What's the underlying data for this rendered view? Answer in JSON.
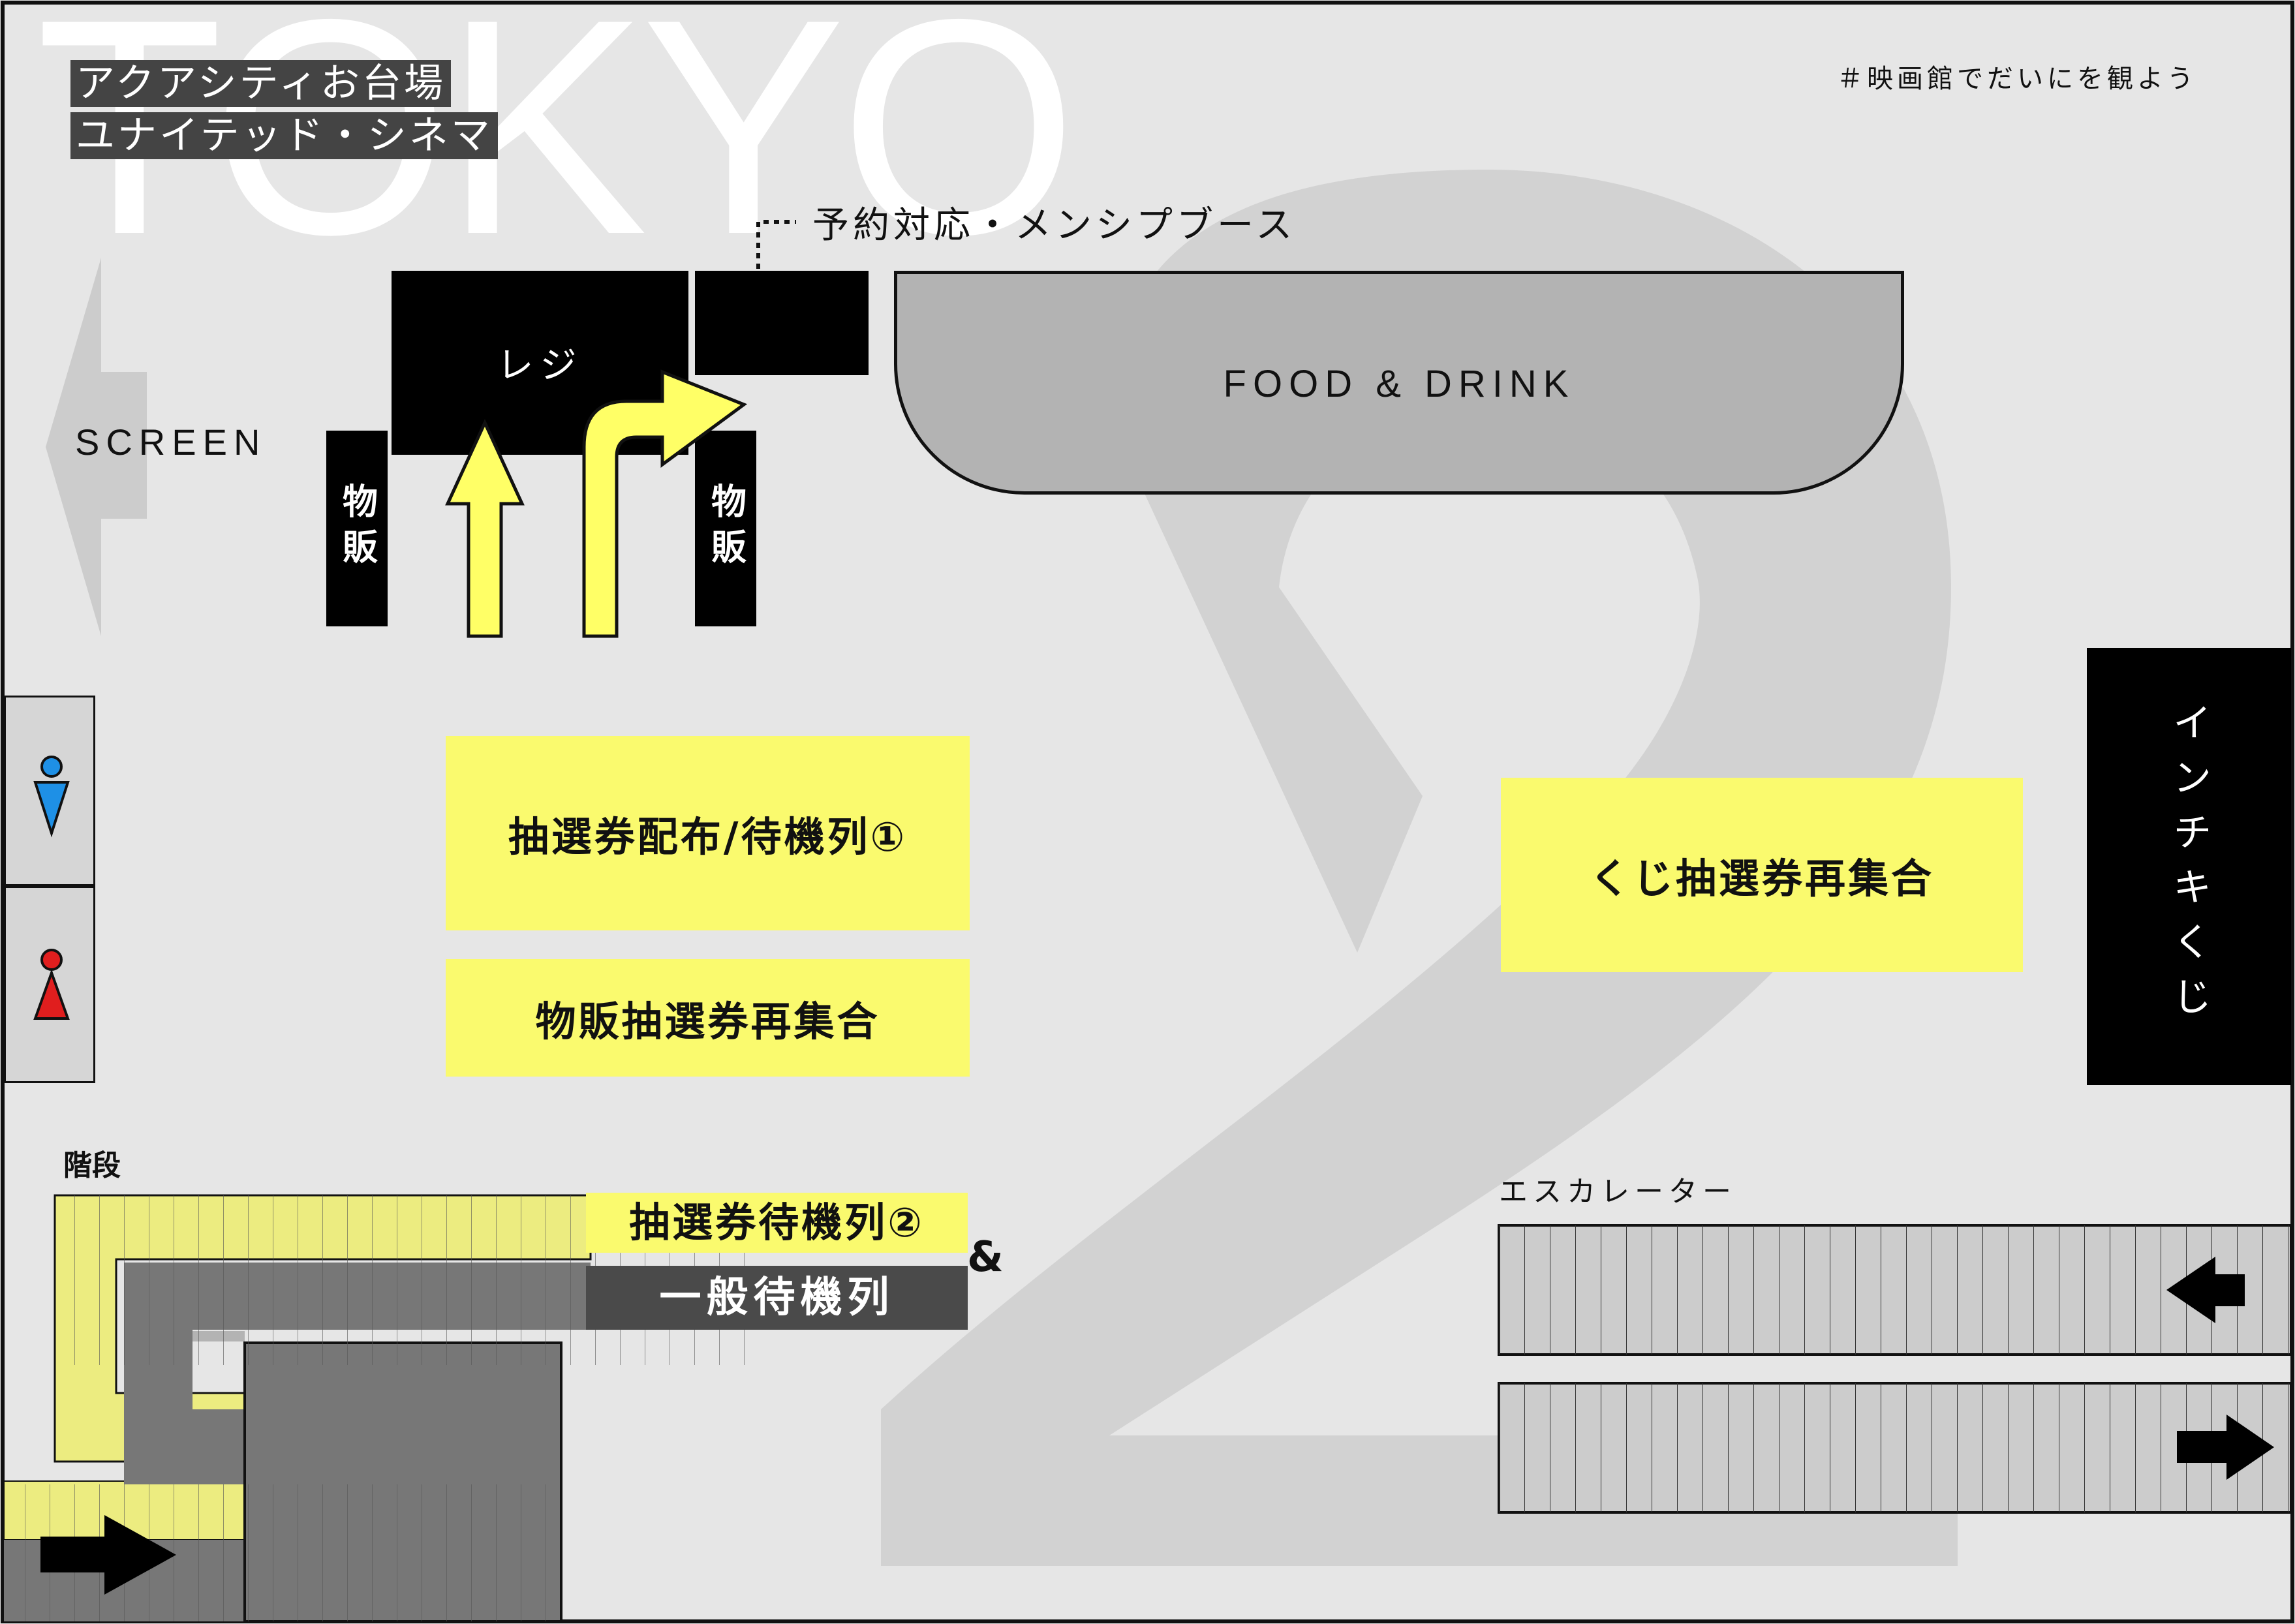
{
  "header": {
    "venue_line1": "アクアシティお台場",
    "venue_line2": "ユナイテッド・シネマ",
    "hashtag": "＃映画館でだいにを観よう",
    "city_watermark": "TOKYO",
    "number_watermark": "2"
  },
  "labels": {
    "booth": "予約対応・メンシプブース",
    "register": "レジ",
    "merch_left": "物販",
    "merch_right": "物販",
    "food_drink": "FOOD & DRINK",
    "screen": "SCREEN",
    "lottery_queue_1": "抽選券配布/待機列①",
    "merch_reassembly": "物販抽選券再集合",
    "kuji_reassembly": "くじ抽選券再集合",
    "inchiki_kuji": "インチキくじ",
    "stairs": "階段",
    "escalator": "エスカレーター",
    "lottery_queue_2": "抽選券待機列②",
    "ampersand": "&",
    "general_queue": "一般待機列"
  },
  "colors": {
    "background": "#e6e6e6",
    "highlight_yellow": "#fafa6e",
    "arrow_yellow": "#ffff66",
    "counter_gray": "#b3b3b3",
    "dark_label": "#4a4a4a",
    "stairs_dark": "#777777",
    "male_icon": "#1e90e6",
    "female_icon": "#e01e1e"
  },
  "icons": {
    "screen_direction": "left-arrow-icon",
    "restroom_male": "male-person-icon",
    "restroom_female": "female-person-icon",
    "register_entry": "up-arrow-icon",
    "register_turn": "turn-right-arrow-icon",
    "escalator_up": "left-arrow-icon",
    "escalator_down": "right-arrow-icon",
    "stairs_direction": "right-arrow-icon"
  }
}
